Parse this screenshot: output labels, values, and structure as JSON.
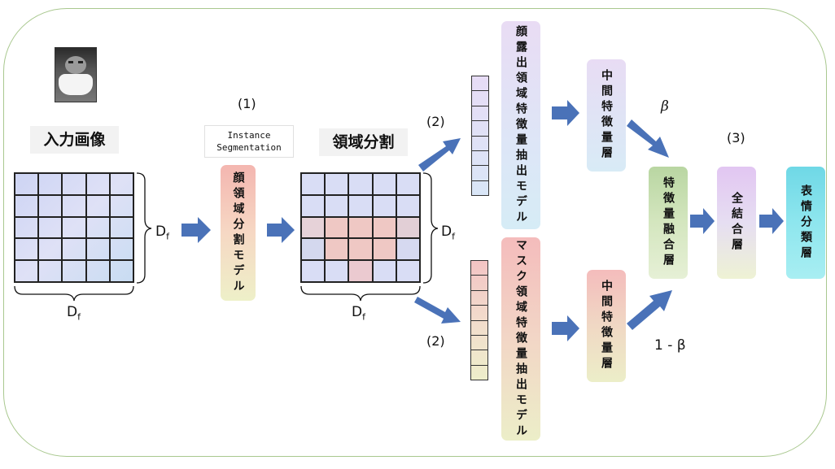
{
  "labels": {
    "input_image": "入力画像",
    "instance_seg_line1": "Instance",
    "instance_seg_line2": "Segmentation",
    "region_split": "領域分割",
    "face_seg_model": "顔領域分割モデル",
    "face_feature_model": "顔露出領域特徴量抽出モデル",
    "mask_feature_model": "マスク領域特徴量抽出モデル",
    "middle_layer_top": "中間特徴量層",
    "middle_layer_bottom": "中間特徴量層",
    "fusion_layer": "特徴量融合層",
    "fc_layer": "全結合層",
    "output_layer": "表情分類層",
    "step1": "(1)",
    "step2_top": "(2)",
    "step2_bottom": "(2)",
    "step3": "(3)",
    "beta": "β",
    "one_minus_beta": "1 - β",
    "df": "D",
    "df_sub": "f"
  },
  "colors": {
    "arrow": "#4a72b8",
    "frame": "#a9c88f",
    "grid_fill": "#d6dcf5",
    "mask_region": "#f0c6c0"
  }
}
